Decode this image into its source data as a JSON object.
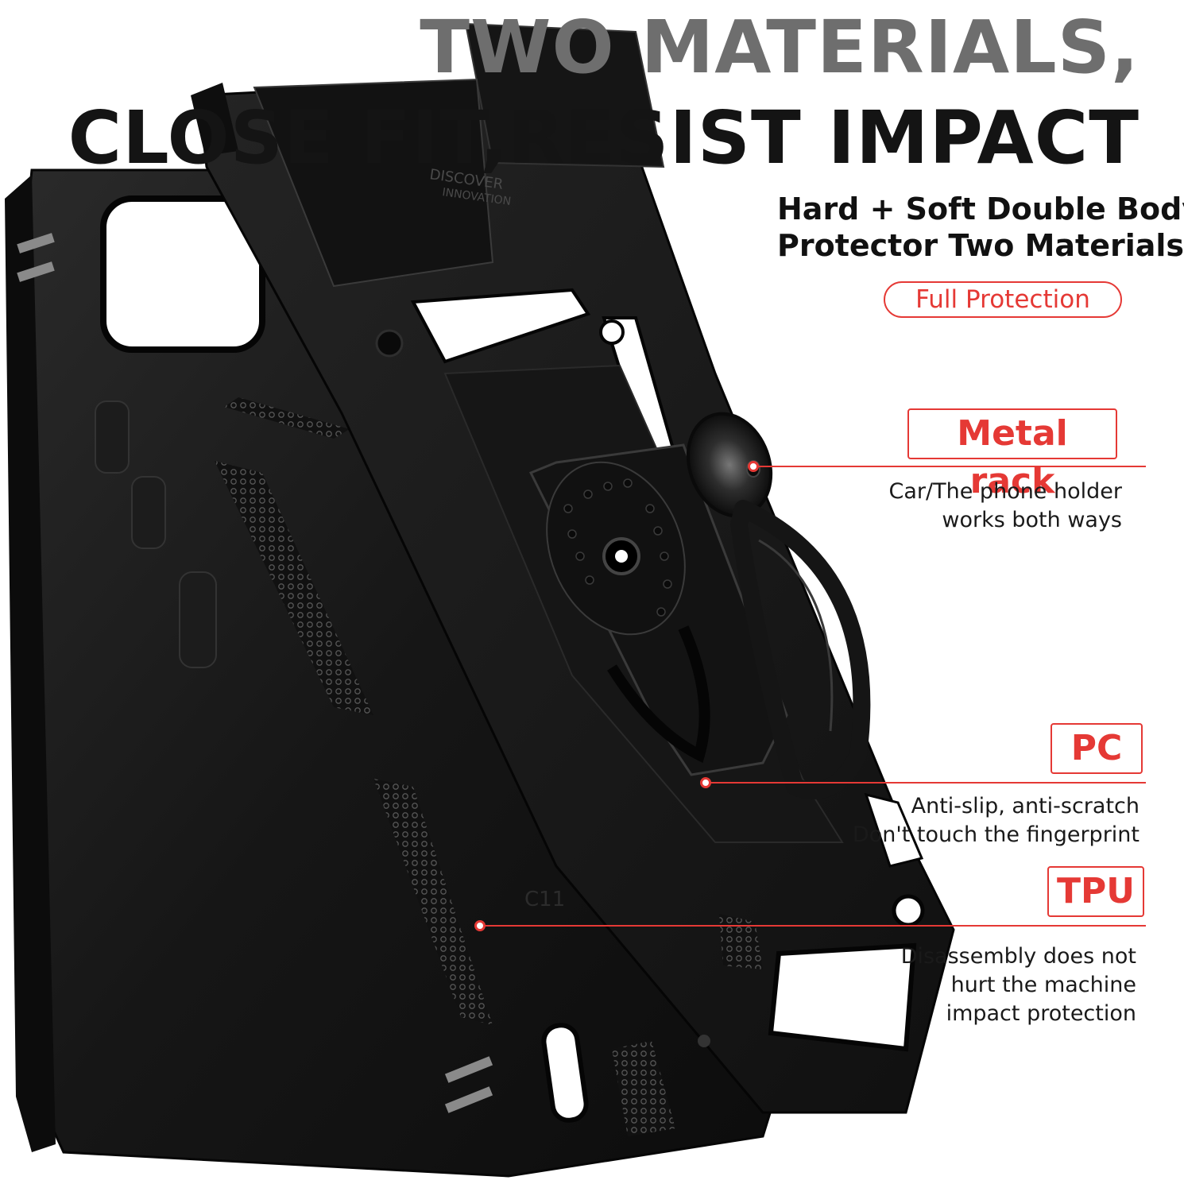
{
  "headline": {
    "line1": "TWO MATERIALS,",
    "line2": "CLOSE FIT,RESIST IMPACT"
  },
  "subtitle": {
    "line1": "Hard + Soft Double Body",
    "line2": "Protector Two Materials"
  },
  "badge": "Full Protection",
  "features": [
    {
      "title": "Metal rack",
      "desc1": "Car/The phone holder",
      "desc2": "works both ways"
    },
    {
      "title": "PC",
      "desc1": "Anti-slip, anti-scratch",
      "desc2": "Don't touch the fingerprint"
    },
    {
      "title": "TPU",
      "desc1": "Disassembly does not",
      "desc2": "hurt the machine",
      "desc3": "impact protection"
    }
  ],
  "case_text": {
    "brand1": "DISCOVER",
    "brand2": "INNOVATION"
  },
  "colors": {
    "accent": "#e53935",
    "case": "#1b1b1b",
    "headline_gray": "#6e6e6e"
  }
}
